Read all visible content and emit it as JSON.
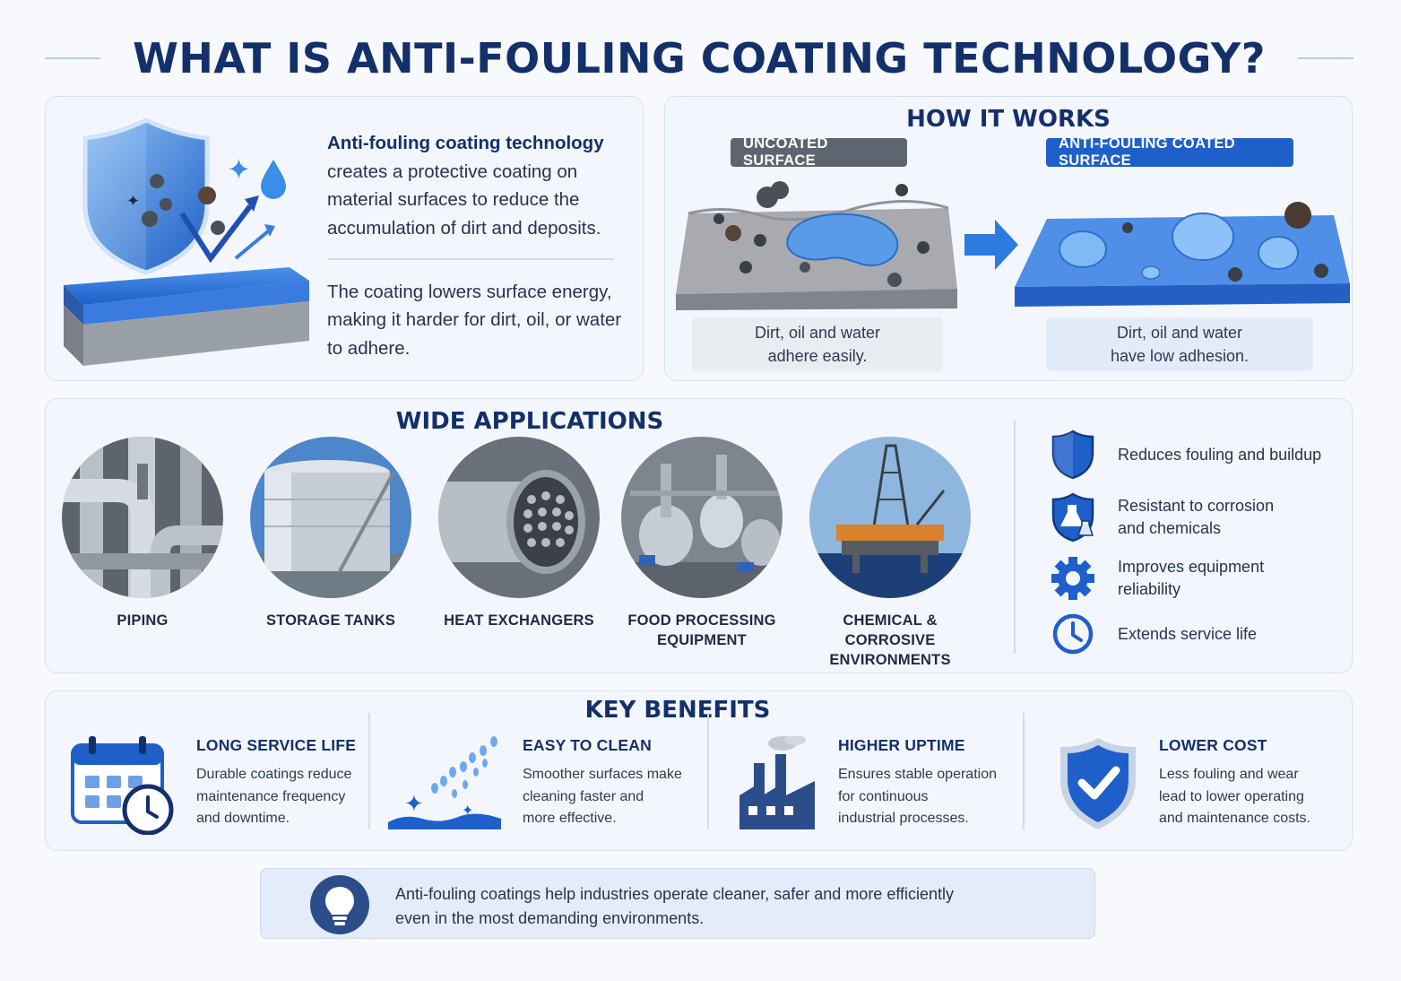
{
  "page": {
    "title": "WHAT IS ANTI-FOULING COATING TECHNOLOGY?"
  },
  "intro": {
    "lead_bold": "Anti-fouling coating technology",
    "lead_rest": "creates a protective coating on material surfaces to reduce the accumulation of dirt and deposits.",
    "second": "The coating lowers surface energy, making it harder for dirt, oil, or water to adhere."
  },
  "how_it_works": {
    "title": "HOW IT WORKS",
    "uncoated_label": "UNCOATED SURFACE",
    "coated_label": "ANTI-FOULING COATED SURFACE",
    "uncoated_caption_line1": "Dirt, oil and water",
    "uncoated_caption_line2": "adhere easily.",
    "coated_caption_line1": "Dirt, oil and water",
    "coated_caption_line2": "have low adhesion."
  },
  "applications": {
    "title": "WIDE APPLICATIONS",
    "items": [
      {
        "line1": "PIPING",
        "line2": ""
      },
      {
        "line1": "STORAGE TANKS",
        "line2": ""
      },
      {
        "line1": "HEAT EXCHANGERS",
        "line2": ""
      },
      {
        "line1": "FOOD PROCESSING",
        "line2": "EQUIPMENT"
      },
      {
        "line1": "CHEMICAL & CORROSIVE",
        "line2": "ENVIRONMENTS"
      }
    ],
    "features": [
      {
        "icon": "shield-icon",
        "line1": "Reduces fouling and buildup",
        "line2": ""
      },
      {
        "icon": "chemical-shield-icon",
        "line1": "Resistant to corrosion",
        "line2": "and chemicals"
      },
      {
        "icon": "gear-icon",
        "line1": "Improves equipment",
        "line2": "reliability"
      },
      {
        "icon": "clock-icon",
        "line1": "Extends service life",
        "line2": ""
      }
    ]
  },
  "benefits": {
    "title": "KEY BENEFITS",
    "items": [
      {
        "icon": "calendar-clock-icon",
        "title": "LONG SERVICE LIFE",
        "l1": "Durable coatings reduce",
        "l2": "maintenance frequency",
        "l3": "and downtime."
      },
      {
        "icon": "water-spray-icon",
        "title": "EASY TO CLEAN",
        "l1": "Smoother surfaces make",
        "l2": "cleaning faster and",
        "l3": "more effective."
      },
      {
        "icon": "factory-icon",
        "title": "HIGHER UPTIME",
        "l1": "Ensures stable operation",
        "l2": "for continuous",
        "l3": "industrial processes."
      },
      {
        "icon": "shield-check-icon",
        "title": "LOWER COST",
        "l1": "Less fouling and wear",
        "l2": "lead to lower operating",
        "l3": "and maintenance costs."
      }
    ]
  },
  "footer": {
    "icon": "lightbulb-icon",
    "line1": "Anti-fouling coatings help industries operate cleaner, safer and more efficiently",
    "line2": "even in the most demanding environments."
  },
  "colors": {
    "navy": "#14306b",
    "accent_blue": "#1f5fc9",
    "panel_bg": "#f3f7fd",
    "gray_badge": "#5e6470"
  }
}
